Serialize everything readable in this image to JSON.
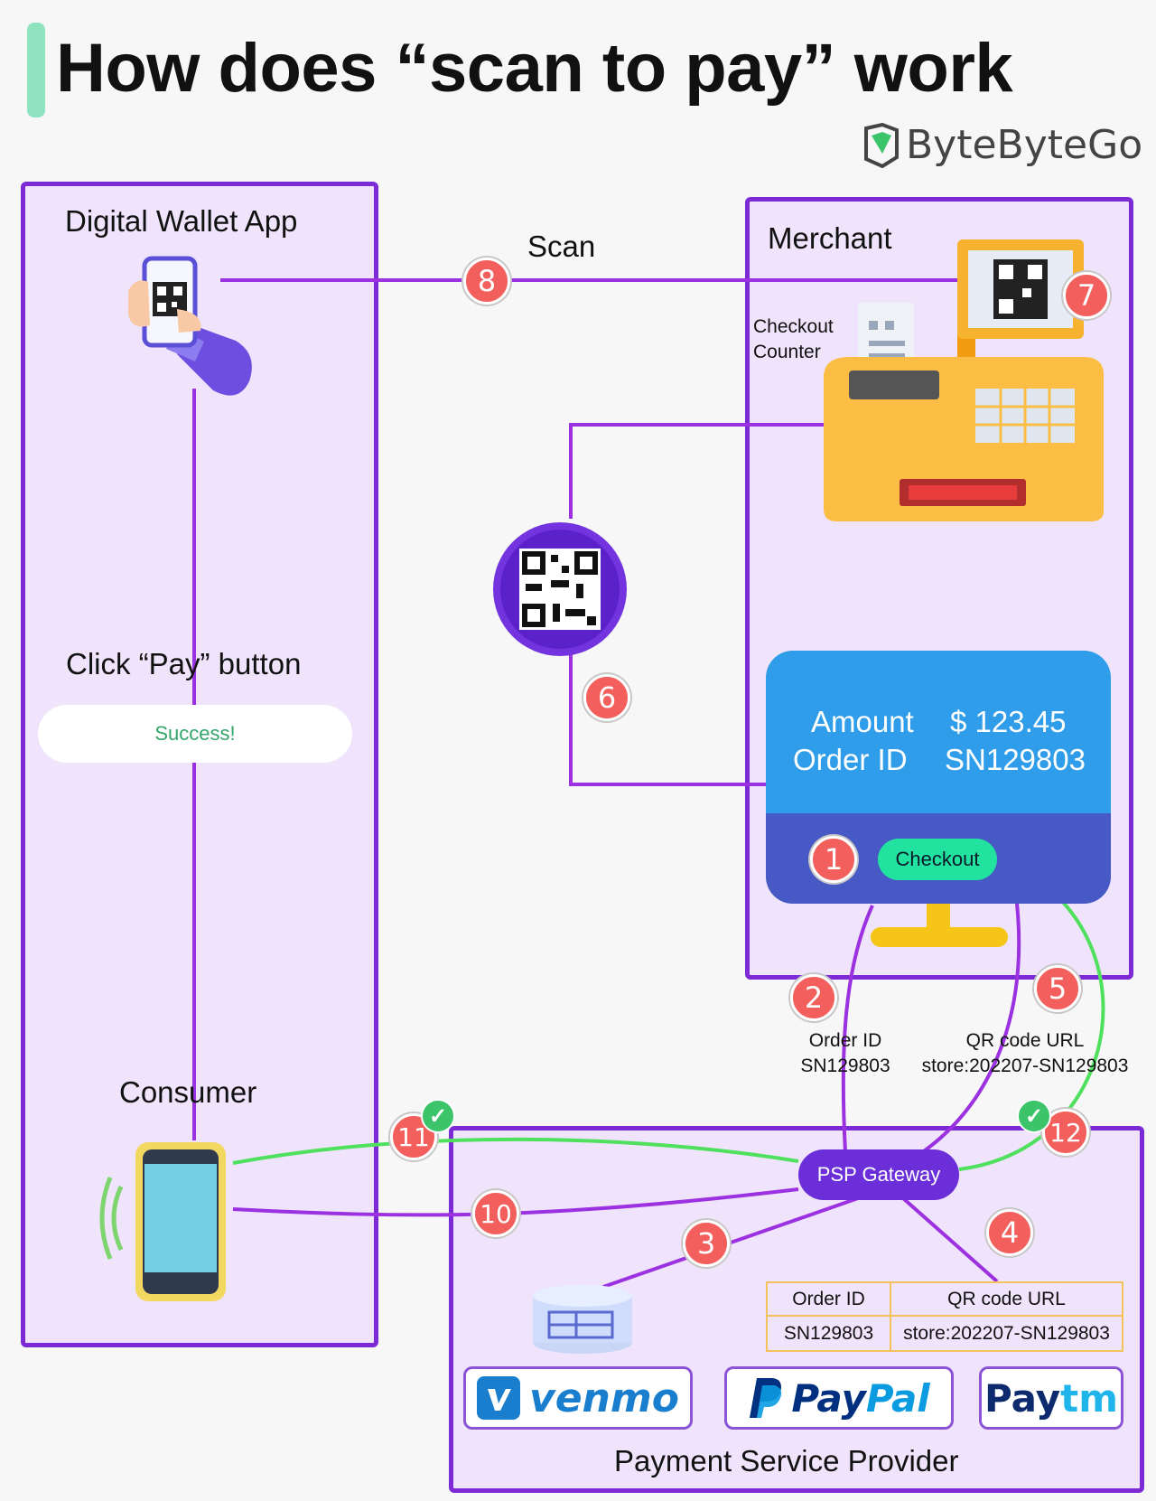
{
  "title": "How does “scan to pay” work",
  "brand": "ByteByteGo",
  "colors": {
    "panel_border": "#7b2ad6",
    "panel_fill": "#efe4fb",
    "flow_purple": "#9b31e0",
    "flow_green": "#4fe05e",
    "badge": "#f25f5c",
    "accent_green": "#8fe3bf"
  },
  "wallet": {
    "title": "Digital Wallet App",
    "click_label": "Click “Pay” button",
    "success": "Success!",
    "consumer_label": "Consumer"
  },
  "scan_label": "Scan",
  "merchant": {
    "title": "Merchant",
    "counter_line1": "Checkout",
    "counter_line2": "Counter",
    "amount_label": "Amount",
    "amount_value": "$ 123.45",
    "order_label": "Order ID",
    "order_value": "SN129803",
    "checkout_button": "Checkout"
  },
  "flow": {
    "order_id_label": "Order ID",
    "order_id_value": "SN129803",
    "qr_url_label": "QR  code URL",
    "qr_url_value": "store:202207-SN129803"
  },
  "psp": {
    "gateway": "PSP Gateway",
    "table": {
      "headers": [
        "Order ID",
        "QR  code URL"
      ],
      "row": [
        "SN129803",
        "store:202207-SN129803"
      ]
    },
    "providers": [
      "venmo",
      "PayPal",
      "Paytm"
    ],
    "title": "Payment Service Provider"
  },
  "steps": [
    "1",
    "2",
    "3",
    "4",
    "5",
    "6",
    "7",
    "8",
    "10",
    "11",
    "12"
  ]
}
